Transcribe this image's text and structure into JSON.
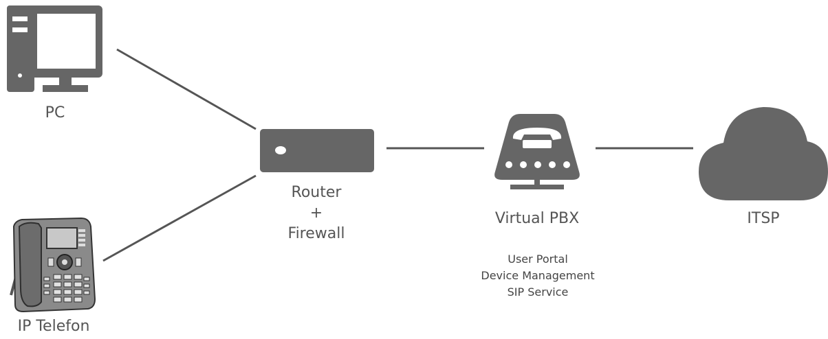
{
  "nodes": {
    "pc": {
      "label": "PC"
    },
    "phone": {
      "label": "IP Telefon"
    },
    "router": {
      "label_line1": "Router",
      "label_line2": "+",
      "label_line3": "Firewall"
    },
    "pbx": {
      "label": "Virtual PBX",
      "services": [
        "User Portal",
        "Device Management",
        "SIP Service"
      ]
    },
    "itsp": {
      "label": "ITSP"
    }
  },
  "colors": {
    "icon": "#666666",
    "line": "#555555",
    "text": "#555555"
  }
}
